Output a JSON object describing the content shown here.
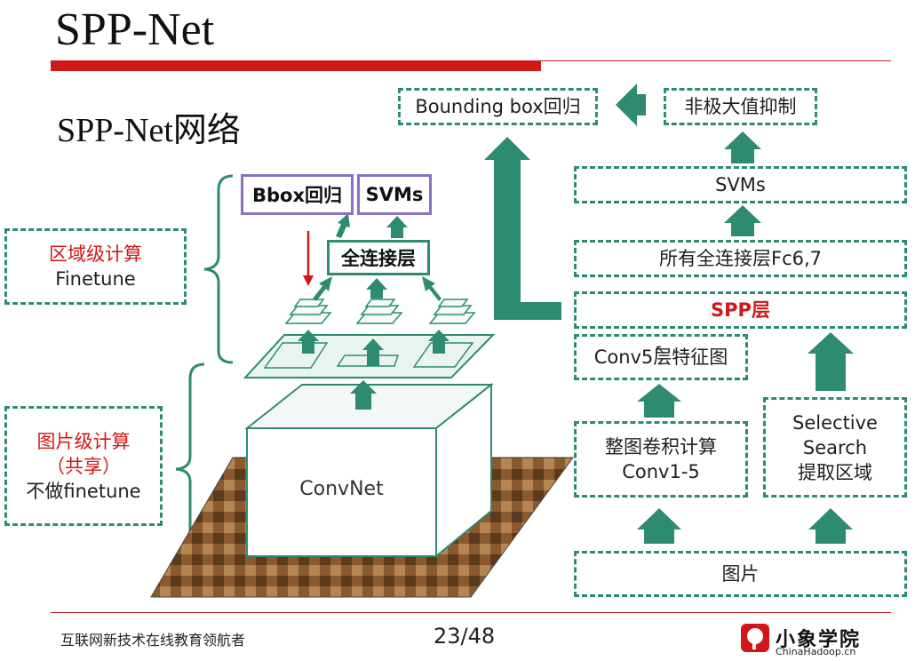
{
  "slide": {
    "title": "SPP-Net",
    "subtitle": "SPP-Net网络"
  },
  "left_labels": {
    "region_line1": "区域级计算",
    "region_line2": "Finetune",
    "image_line1": "图片级计算",
    "image_line2": "（共享）",
    "image_line3": "不做finetune"
  },
  "network": {
    "bbox_box": "Bbox回归",
    "svms_box": "SVMs",
    "fc_box": "全连接层",
    "convnet_label": "ConvNet"
  },
  "pipeline": {
    "bounding_box": "Bounding box回归",
    "nms": "非极大值抑制",
    "svms": "SVMs",
    "fc_layers": "所有全连接层Fc6,7",
    "spp_layer": "SPP层",
    "conv5": "Conv5层特征图",
    "conv_line1": "整图卷积计算",
    "conv_line2": "Conv1-5",
    "ss_line1": "Selective",
    "ss_line2": "Search",
    "ss_line3": "提取区域",
    "image": "图片"
  },
  "footer": {
    "left_text": "互联网新技术在线教育领航者",
    "page": "23/48",
    "logo_cn": "小象学院",
    "logo_en": "ChinaHadoop.cn"
  },
  "colors": {
    "accent_red": "#d01818",
    "teal": "#2e8b72",
    "purple": "#8a6fc2"
  }
}
